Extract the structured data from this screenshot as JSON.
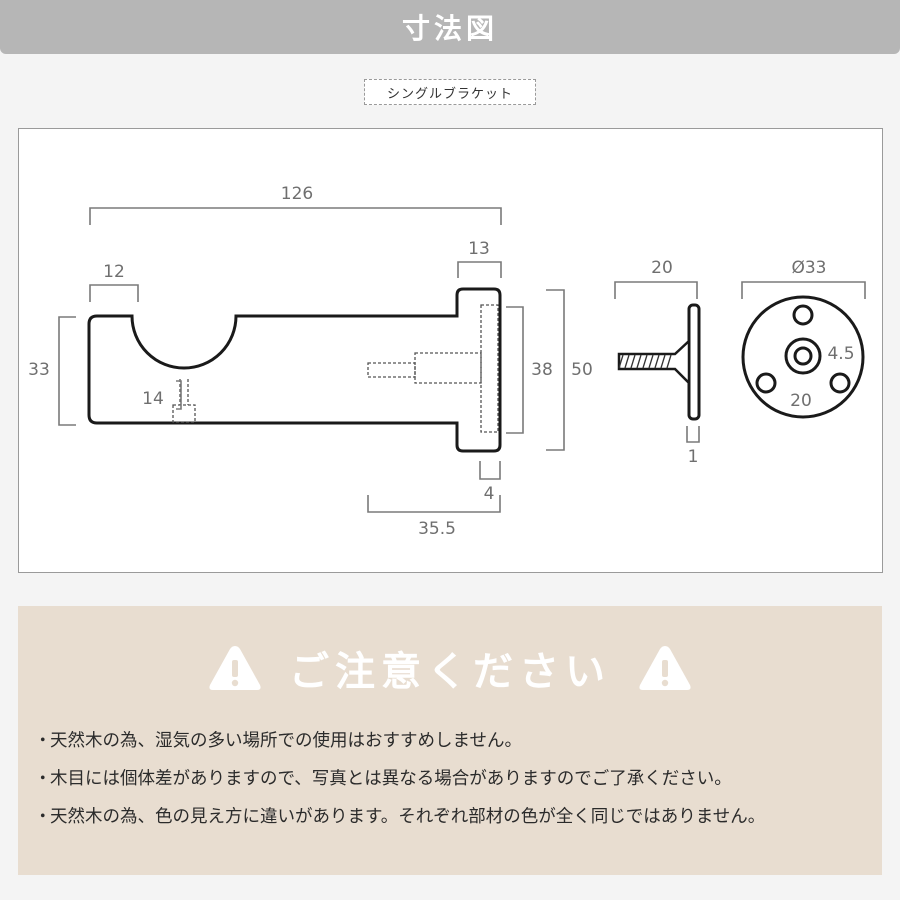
{
  "header": {
    "title": "寸法図"
  },
  "product": {
    "label": "シングルブラケット"
  },
  "dimensions": {
    "overall_length": "126",
    "cup_edge": "12",
    "flange_thickness": "13",
    "body_height": "33",
    "cup_depth": "14",
    "flange_inner": "38",
    "flange_outer": "50",
    "plate_offset": "4",
    "screw_length": "35.5",
    "side_depth": "20",
    "plate_thickness": "1",
    "plate_diameter": "Ø33",
    "hole_diameter": "4.5",
    "hole_spacing": "20"
  },
  "caution": {
    "title": "ご注意ください",
    "notes": [
      "天然木の為、湿気の多い場所での使用はおすすめしません。",
      "木目には個体差がありますので、写真とは異なる場合がありますのでご了承ください。",
      "天然木の為、色の見え方に違いがあります。それぞれ部材の色が全く同じではありません。"
    ]
  },
  "colors": {
    "header_bg": "#b6b6b6",
    "caution_bg": "#e8ddd0",
    "dimension_line": "#7a7a7a",
    "outline": "#1a1a1a"
  },
  "icons": [
    "warning-triangle-icon"
  ]
}
